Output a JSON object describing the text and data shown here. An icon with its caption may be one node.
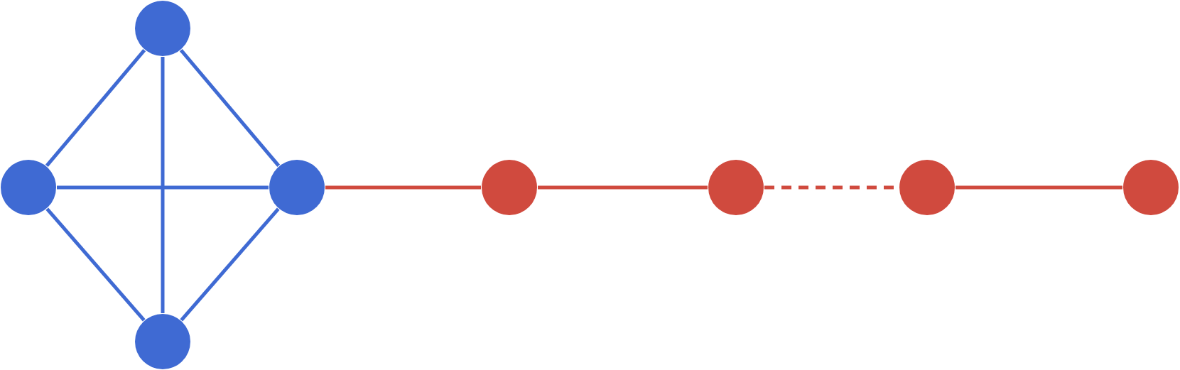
{
  "diagram": {
    "nodes": [
      {
        "text": [],
        "shape": "circle"
      },
      {
        "text": [],
        "shape": "circle"
      },
      {
        "text": [],
        "shape": "circle"
      },
      {
        "text": [],
        "shape": "circle"
      },
      {
        "text": [],
        "shape": "circle"
      },
      {
        "text": [],
        "shape": "circle"
      },
      {
        "text": [],
        "shape": "circle"
      },
      {
        "text": [],
        "shape": "circle"
      }
    ],
    "edges": [
      {
        "from": 0,
        "to": 1,
        "arrow": "none"
      },
      {
        "from": 0,
        "to": 2,
        "arrow": "none"
      },
      {
        "from": 0,
        "to": 3,
        "arrow": "none"
      },
      {
        "from": 1,
        "to": 2,
        "arrow": "none"
      },
      {
        "from": 1,
        "to": 3,
        "arrow": "none"
      },
      {
        "from": 2,
        "to": 3,
        "arrow": "none"
      },
      {
        "from": 2,
        "to": 4,
        "arrow": "none",
        "color": "#d04a3e"
      },
      {
        "from": 4,
        "to": 5,
        "arrow": "none",
        "color": "#d04a3e"
      },
      {
        "from": 5,
        "to": 6,
        "arrow": "none",
        "style": "dashed",
        "color": "#d04a3e"
      },
      {
        "from": 6,
        "to": 7,
        "arrow": "none",
        "color": "#d04a3e"
      }
    ]
  }
}
